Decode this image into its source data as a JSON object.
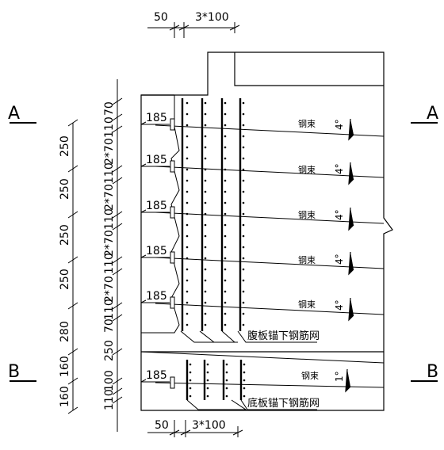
{
  "top_dims": {
    "left": "50",
    "right": "3*100"
  },
  "bottom_dims": {
    "left": "50",
    "right": "3*100"
  },
  "section_labels": [
    "A",
    "A",
    "B",
    "B"
  ],
  "left_dims_outer": [
    "250",
    "250",
    "250",
    "250",
    "280",
    "160",
    "160"
  ],
  "left_dims_inner": [
    "70",
    "110",
    "2*70",
    "110",
    "2*70",
    "110",
    "2*70",
    "110",
    "2*70",
    "110",
    "70",
    "250",
    "100",
    "110"
  ],
  "anchor_dims": [
    "185",
    "185",
    "185",
    "185",
    "185",
    "185"
  ],
  "tendon_labels": [
    "钢束",
    "钢束",
    "钢束",
    "钢束",
    "钢束",
    "钢束"
  ],
  "angles": [
    "4°",
    "4°",
    "4°",
    "4°",
    "4°",
    "1°"
  ],
  "notes": {
    "web_mesh": "腹板锚下钢筋网",
    "bottom_mesh": "底板锚下钢筋网"
  }
}
